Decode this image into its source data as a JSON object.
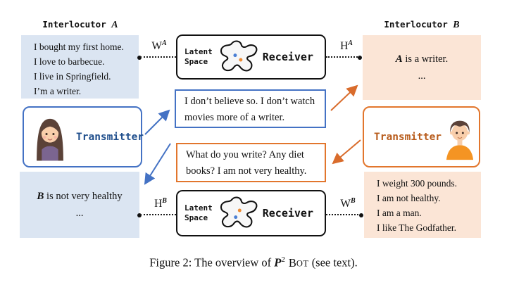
{
  "colors": {
    "interlocutor_a_fill": "#dbe5f2",
    "interlocutor_b_fill": "#fbe5d6",
    "blue_accent": "#4472c4",
    "blue_text": "#1f4e8c",
    "orange_accent": "#e2762d",
    "orange_text": "#b85c1c",
    "latent_dot_blue": "#4a7fd4",
    "latent_dot_orange": "#ed8b33",
    "outline": "#111111"
  },
  "interlocutor_a": {
    "header_prefix": "Interlocutor",
    "header_letter": "A",
    "persona_lines": [
      "I bought my first home.",
      "I love to barbecue.",
      "I live in Springfield.",
      "I’m a writer."
    ],
    "transmitter_label": "Transmitter",
    "impression_letter": "B",
    "impression_text": " is not very healthy",
    "impression_ellipsis": "..."
  },
  "interlocutor_b": {
    "header_prefix": "Interlocutor",
    "header_letter": "B",
    "persona_lines": [
      "I weight 300 pounds.",
      "I am not healthy.",
      "I am a man.",
      "I like The Godfather."
    ],
    "transmitter_label": "Transmitter",
    "impression_letter": "A",
    "impression_text": " is a writer.",
    "impression_ellipsis": "..."
  },
  "receivers": {
    "top": {
      "latent_line1": "Latent",
      "latent_line2": "Space",
      "label": "Receiver"
    },
    "bottom": {
      "latent_line1": "Latent",
      "latent_line2": "Space",
      "label": "Receiver"
    }
  },
  "connectors": {
    "w_a": {
      "base": "W",
      "sup": "A"
    },
    "h_a": {
      "base": "H",
      "sup": "A"
    },
    "h_b": {
      "base": "H",
      "sup": "B"
    },
    "w_b": {
      "base": "W",
      "sup": "B"
    }
  },
  "messages": {
    "reply_from_a": "I don’t believe so. I don’t watch movies more of a writer.",
    "reply_from_b": "What do you write? Any diet books? I am not very healthy."
  },
  "figure": {
    "caption_prefix": "Figure 2: The overview of ",
    "caption_p": "P",
    "caption_p_sup": "2",
    "caption_bot_b": "B",
    "caption_bot_ot": "OT",
    "caption_suffix": " (see text)."
  }
}
